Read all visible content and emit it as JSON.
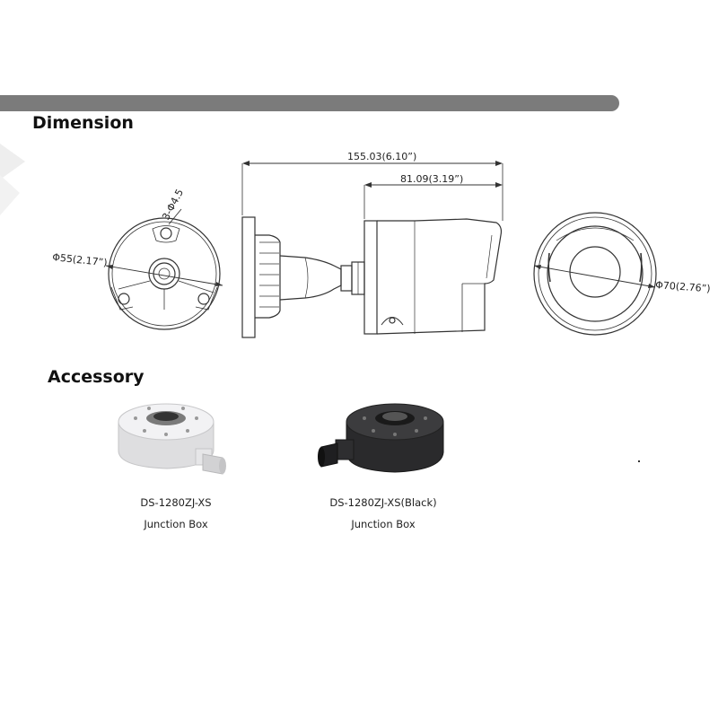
{
  "sections": {
    "dimension_title": "Dimension",
    "accessory_title": "Accessory"
  },
  "dimensions": {
    "overall_length": "155.03(6.10”)",
    "body_length": "81.09(3.19”)",
    "base_diameter": "Φ55(2.17”)",
    "mount_holes": "3-Φ4.5",
    "front_diameter": "Φ70(2.76”)"
  },
  "accessories": [
    {
      "model": "DS-1280ZJ-XS",
      "type": "Junction Box",
      "color": "#e8e8ea"
    },
    {
      "model": "DS-1280ZJ-XS(Black)",
      "type": "Junction Box",
      "color": "#2a2a2c"
    }
  ],
  "colors": {
    "header_bar": "#7b7b7b",
    "line_drawing": "#333333"
  }
}
